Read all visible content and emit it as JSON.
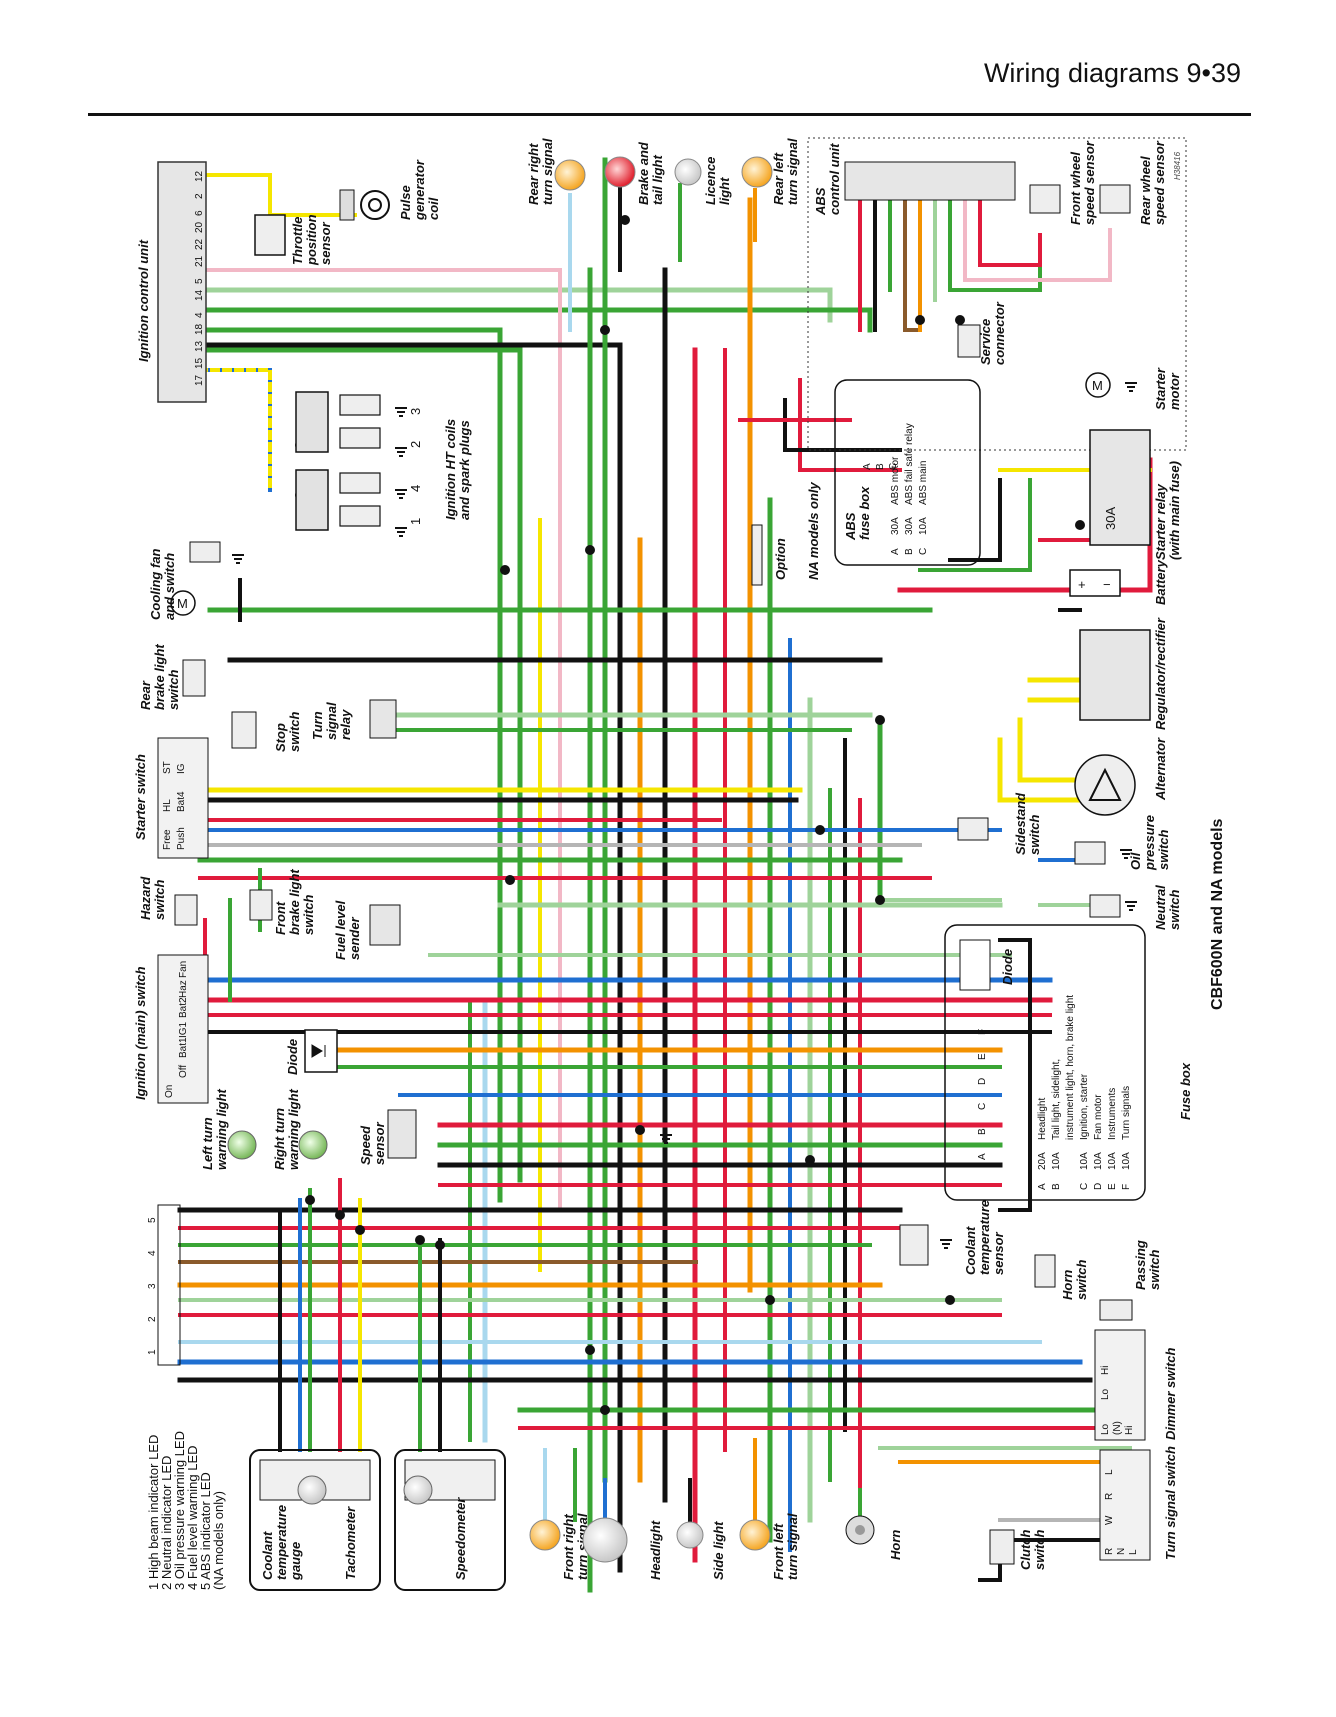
{
  "header": {
    "title": "Wiring diagrams  9•39"
  },
  "figure_code": "H38416",
  "model_title": "CBF600N and NA models",
  "components": {
    "ignition_control_unit": "Ignition control unit",
    "pulse_generator_coil": "Pulse generator coil",
    "throttle_position_sensor": "Throttle position sensor",
    "ignition_ht_coils": "Ignition HT coils and spark plugs",
    "cooling_fan": "Cooling fan and switch",
    "rear_brake_switch": "Rear brake light switch",
    "stop_switch": "Stop switch",
    "turn_signal_relay": "Turn signal relay",
    "starter_switch": "Starter switch",
    "hazard_switch": "Hazard switch",
    "front_brake_switch": "Front brake light switch",
    "fuel_level_sender": "Fuel level sender",
    "ignition_main_switch": "Ignition (main) switch",
    "diode": "Diode",
    "speed_sensor": "Speed sensor",
    "left_turn_warning": "Left turn warning light",
    "right_turn_warning": "Right turn warning light",
    "coolant_gauge": "Coolant temperature gauge",
    "tachometer": "Tachometer",
    "speedometer": "Speedometer",
    "front_right_turn": "Front right turn signal",
    "headlight": "Headlight",
    "side_light": "Side light",
    "front_left_turn": "Front left turn signal",
    "horn": "Horn",
    "rear_right_turn": "Rear right turn signal",
    "brake_tail_light": "Brake and tail light",
    "licence_light": "Licence light",
    "rear_left_turn": "Rear left turn signal",
    "abs_control_unit": "ABS control unit",
    "front_wheel_sensor": "Front wheel speed sensor",
    "rear_wheel_sensor": "Rear wheel speed sensor",
    "service_connector": "Service connector",
    "option": "Option",
    "abs_fuse_box": "ABS fuse box",
    "na_models_only": "NA models only",
    "starter_motor": "Starter motor",
    "starter_relay": "Starter relay (with main fuse)",
    "battery": "Battery",
    "regulator": "Regulator/rectifier",
    "alternator": "Alternator",
    "sidestand_switch": "Sidestand switch",
    "oil_pressure_switch": "Oil pressure switch",
    "neutral_switch": "Neutral switch",
    "fuse_box": "Fuse box",
    "coolant_sensor": "Coolant temperature sensor",
    "horn_switch": "Horn switch",
    "passing_switch": "Passing switch",
    "dimmer_switch": "Dimmer switch",
    "turn_signal_switch": "Turn signal switch",
    "clutch_switch": "Clutch switch"
  },
  "ecu_pins": [
    "12",
    "2",
    "6",
    "20",
    "22",
    "21",
    "5",
    "14",
    "4",
    "18",
    "13",
    "15",
    "17"
  ],
  "coil_numbers": [
    "1",
    "4",
    "2",
    "3"
  ],
  "relay_rating": "30A",
  "starter_switch_cols": [
    "Free",
    "Push",
    "HL",
    "Bat4",
    "ST",
    "IG"
  ],
  "ignition_switch_cols": [
    "On",
    "Off",
    "Bat1",
    "IG1",
    "Bat2",
    "Haz",
    "Fan"
  ],
  "dimmer_cols": [
    "Lo",
    "(N)",
    "Hi",
    "Lo",
    "Hi"
  ],
  "turn_switch_cols": [
    "R",
    "N",
    "L",
    "W",
    "R",
    "L"
  ],
  "abs_fuses": [
    {
      "letter": "A",
      "rating": "30A",
      "circuit": "ABS motor"
    },
    {
      "letter": "B",
      "rating": "30A",
      "circuit": "ABS fail safe relay"
    },
    {
      "letter": "C",
      "rating": "10A",
      "circuit": "ABS main"
    }
  ],
  "main_fuses": [
    {
      "letter": "A",
      "rating": "20A",
      "circuit": "Headlight"
    },
    {
      "letter": "B",
      "rating": "10A",
      "circuit": "Tail light, sidelight,"
    },
    {
      "letter": "",
      "rating": "",
      "circuit": "instrument light, horn, brake light"
    },
    {
      "letter": "C",
      "rating": "10A",
      "circuit": "Ignition, starter"
    },
    {
      "letter": "D",
      "rating": "10A",
      "circuit": "Fan motor"
    },
    {
      "letter": "E",
      "rating": "10A",
      "circuit": "Instruments"
    },
    {
      "letter": "F",
      "rating": "10A",
      "circuit": "Turn signals"
    }
  ],
  "fuse_letters": [
    "A",
    "B",
    "C",
    "D",
    "E",
    "F"
  ],
  "abs_fuse_letters": [
    "A",
    "B",
    "C"
  ],
  "led_legend": [
    "1  High beam indicator LED",
    "2  Neutral indicator LED",
    "3  Oil pressure warning LED",
    "4  Fuel level warning LED",
    "5  ABS indicator LED",
    "    (NA models only)"
  ],
  "led_numbers": [
    "1",
    "2",
    "3",
    "4",
    "5"
  ],
  "colors": {
    "green": "#3aa535",
    "red": "#e01b3c",
    "black": "#111111",
    "blue": "#1f6fd1",
    "yellow": "#f5e600",
    "orange": "#f39200",
    "light_green": "#9fd39a",
    "light_blue": "#a9d8ee",
    "brown": "#8a5a2b",
    "pink": "#f2b8c6",
    "grey": "#b5b5b5",
    "white": "#ffffff"
  }
}
